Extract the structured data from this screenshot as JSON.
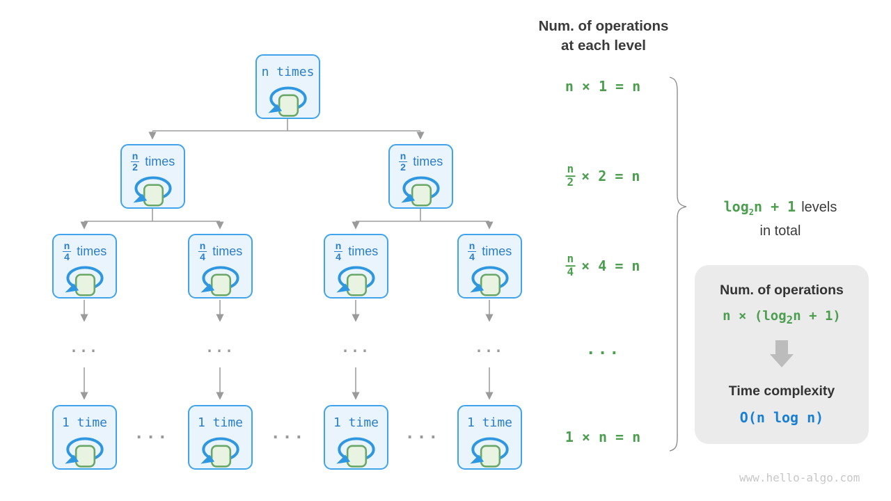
{
  "header": {
    "line1": "Num. of operations",
    "line2": "at each level"
  },
  "tree": {
    "root_label": "n times",
    "l2_frac": {
      "num": "n",
      "den": "2",
      "word": "times"
    },
    "l3_frac": {
      "num": "n",
      "den": "4",
      "word": "times"
    },
    "leaf_label": "1 time",
    "dots": "..."
  },
  "levels": {
    "row1": "n × 1 = n",
    "row2": {
      "num": "n",
      "den": "2",
      "rest": "× 2 = n"
    },
    "row3": {
      "num": "n",
      "den": "4",
      "rest": "× 4 = n"
    },
    "dots": "...",
    "row4": "1 × n = n"
  },
  "brace_label": {
    "green_log": "log",
    "green_sub": "2",
    "green_rest": "n + 1",
    "dark1": "levels",
    "dark2": "in total"
  },
  "summary": {
    "title": "Num. of operations",
    "formula_pre": "n × (log",
    "formula_sub": "2",
    "formula_post": "n + 1)",
    "title2": "Time complexity",
    "result": "O(n log n)"
  },
  "watermark": "www.hello-algo.com",
  "colors": {
    "node_border": "#41a3ec",
    "node_fill": "#eaf4fd",
    "node_text": "#2b7ec9",
    "loop_blue": "#2f97e0",
    "square_green_border": "#68a766",
    "square_green_fill": "#e9f3e2",
    "formula_green": "#4c9e4f",
    "dark_text": "#3a3a3a",
    "complexity_blue": "#187fd2",
    "connector_gray": "#9a9a9a",
    "card_bg": "#ebebeb",
    "watermark_gray": "#c7c7c7"
  }
}
